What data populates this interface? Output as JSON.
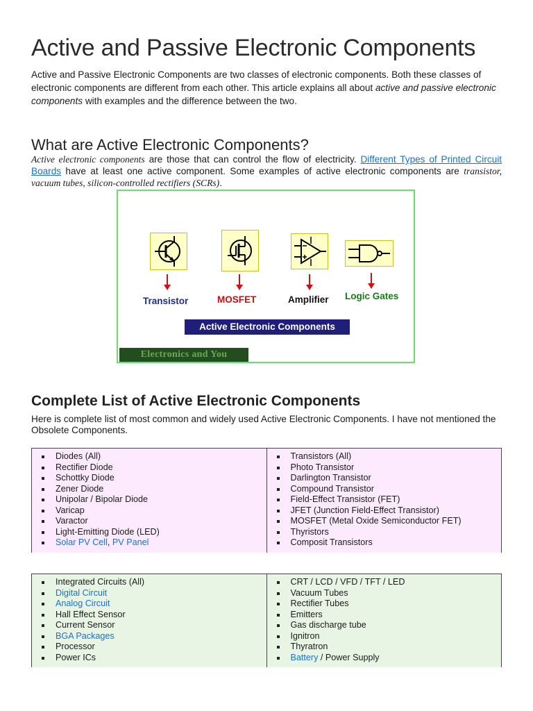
{
  "title": "Active and Passive Electronic Components",
  "intro": {
    "text1": "Active and Passive Electronic Components are two classes of electronic components. Both these classes of electronic components are different from each other. This article explains all about ",
    "italic": "active and passive electronic components",
    "text2": " with examples and the difference between the two."
  },
  "active_section": {
    "heading": "What are Active Electronic Components?",
    "lead_italic": "Active electronic components",
    "text1": " are those that can control the flow of electricity. ",
    "link": "Different Types of Printed Circuit Boards",
    "text2": " have at least one active component. Some examples of active electronic components are ",
    "examples_italic": "transistor, vacuum tubes, silicon-controlled rectifiers (SCRs)",
    "text3": "."
  },
  "figure": {
    "labels": {
      "transistor": "Transistor",
      "mosfet": "MOSFET",
      "amplifier": "Amplifier",
      "logic_gates": "Logic Gates"
    },
    "banner": "Active Electronic Components",
    "watermark": "Electronics and You",
    "colors": {
      "transistor": "#1c2e86",
      "mosfet": "#c01010",
      "amplifier": "#111111",
      "logic_gates": "#1a7a1a",
      "arrow": "#d01010",
      "symbol_bg": "#ffffc8"
    }
  },
  "complete_list": {
    "heading": "Complete List of Active Electronic Components",
    "intro": "Here is complete list of most common and widely used Active Electronic Components. I have not mentioned the Obsolete Components.",
    "table1": {
      "left": [
        "Diodes (All)",
        "Rectifier Diode",
        "Schottky Diode",
        "Zener Diode",
        "Unipolar / Bipolar Diode",
        "Varicap",
        "Varactor",
        "Light-Emitting Diode (LED)"
      ],
      "left_last": {
        "link1": "Solar PV Cell",
        "sep": ", ",
        "link2": "PV Panel"
      },
      "right": [
        "Transistors (All)",
        "Photo Transistor",
        "Darlington Transistor",
        "Compound Transistor",
        "Field-Effect Transistor (FET)",
        "JFET (Junction Field-Effect Transistor)",
        "MOSFET (Metal Oxide Semiconductor FET)",
        "Thyristors",
        "Composit Transistors"
      ]
    },
    "table2": {
      "left": [
        {
          "text": "Integrated Circuits (All)",
          "link": false
        },
        {
          "text": "Digital Circuit",
          "link": true
        },
        {
          "text": "Analog Circuit",
          "link": true
        },
        {
          "text": "Hall Effect Sensor",
          "link": false
        },
        {
          "text": "Current Sensor",
          "link": false
        },
        {
          "text": "BGA Packages",
          "link": true
        },
        {
          "text": "Processor",
          "link": false
        },
        {
          "text": "Power ICs",
          "link": false
        }
      ],
      "right": [
        "CRT / LCD / VFD / TFT / LED",
        "Vacuum Tubes",
        "Rectifier Tubes",
        "Emitters",
        "Gas discharge tube",
        "Ignitron",
        "Thyratron"
      ],
      "right_last": {
        "link": "Battery",
        "text": " / Power Supply"
      }
    }
  },
  "colors": {
    "link": "#1a6fd1",
    "table1_bg": "#fdeaff",
    "table2_bg": "#e8f5e4",
    "figure_border": "#66e06a",
    "banner_bg": "#1f1f7a"
  }
}
